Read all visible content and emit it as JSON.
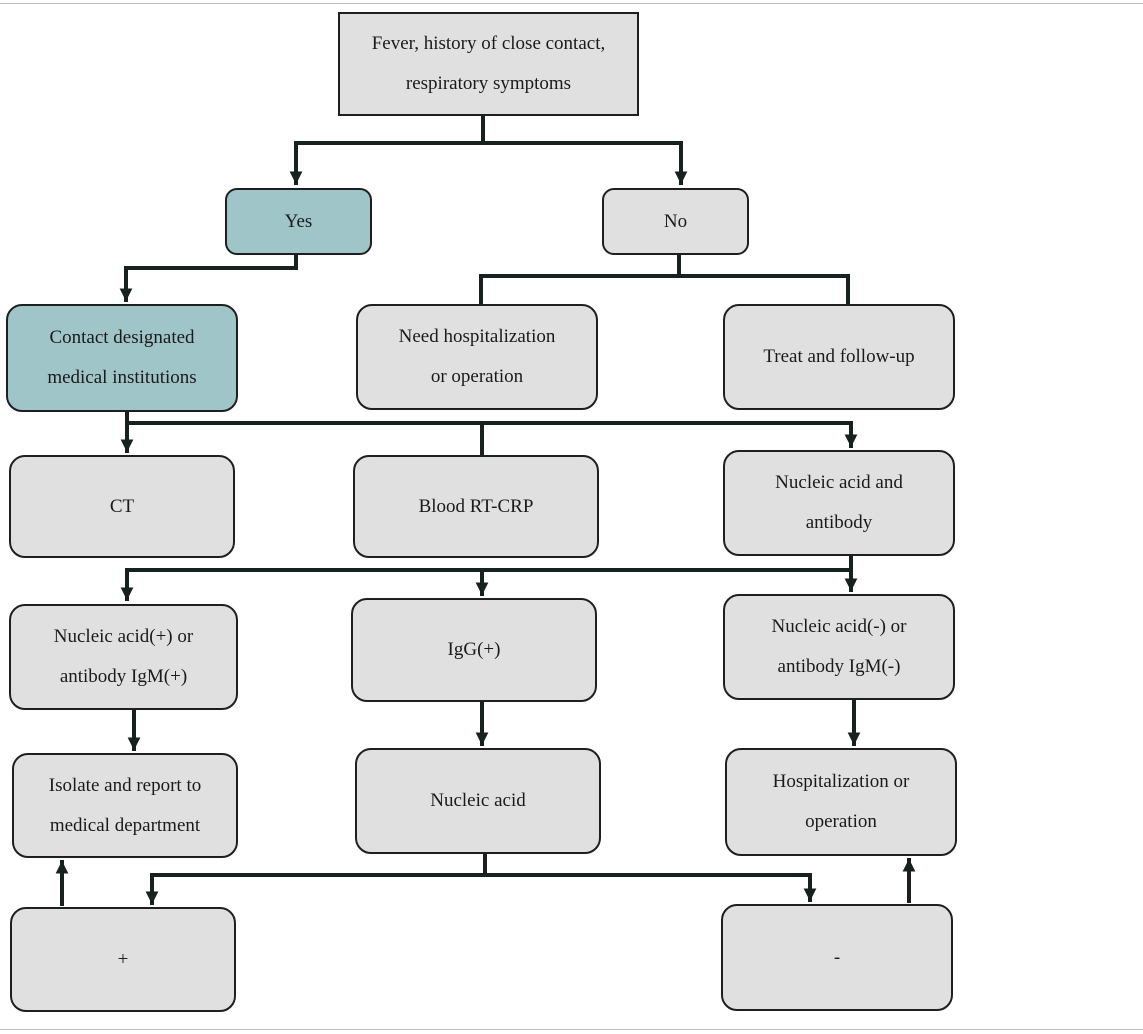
{
  "colors": {
    "box_fill": "#e0e0e0",
    "highlight_fill": "#a0c5c8",
    "line": "#17211f",
    "border": "#1f1f1f"
  },
  "nodes": {
    "start": "Fever, history of close contact,\nrespiratory symptoms",
    "yes": "Yes",
    "no": "No",
    "contact": "Contact designated\nmedical institutions",
    "need_hosp": "Need hospitalization\nor operation",
    "treat": "Treat and follow-up",
    "ct": "CT",
    "blood": "Blood RT-CRP",
    "nucleic_antibody": "Nucleic acid and\nantibody",
    "pos_igm": "Nucleic acid(+) or\nantibody IgM(+)",
    "igg": "IgG(+)",
    "neg_igm": "Nucleic acid(-) or\nantibody IgM(-)",
    "isolate": "Isolate and report to\nmedical department",
    "nucleic": "Nucleic acid",
    "hosp_op": "Hospitalization or\noperation",
    "plus": "+",
    "minus": "-"
  }
}
